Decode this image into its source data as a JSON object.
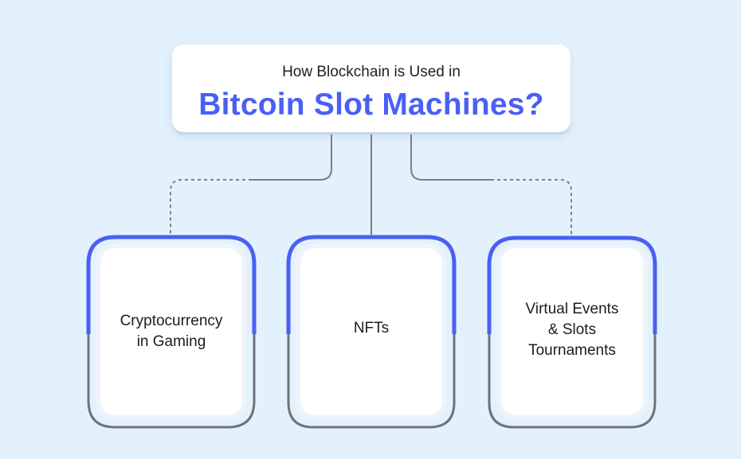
{
  "title": {
    "subtitle": "How Blockchain is Used in",
    "main": "Bitcoin Slot Machines?"
  },
  "cards": [
    {
      "label": "Cryptocurrency\nin Gaming"
    },
    {
      "label": "NFTs"
    },
    {
      "label": "Virtual Events\n& Slots\nTournaments"
    }
  ],
  "colors": {
    "accent": "#4a5ff5",
    "background": "#e3f1fd",
    "connector": "#7b7f86",
    "frame_gray": "#6f7379"
  }
}
